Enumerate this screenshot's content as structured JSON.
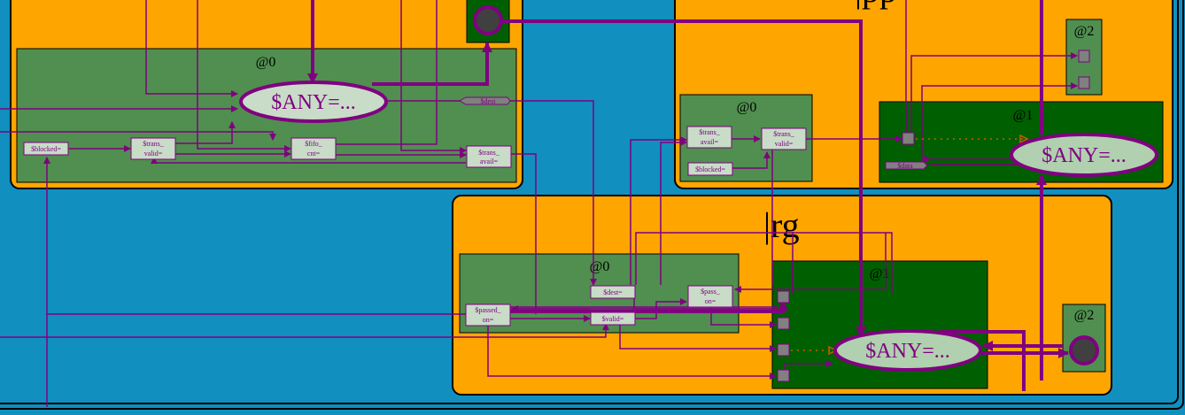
{
  "diagram": {
    "colors": {
      "background": "#118fbf",
      "module": "#ffa500",
      "group": "#508f4f",
      "group_dark": "#005f00",
      "wire": "#800080",
      "node_fill": "#c8dcc8",
      "port": "#808080",
      "terminal": "#404040",
      "dotted": "#c06000"
    },
    "modules": [
      {
        "id": "top-left",
        "title": ""
      },
      {
        "id": "top-right",
        "title": "|pp"
      },
      {
        "id": "bottom",
        "title": "|rg"
      }
    ],
    "groups": {
      "tl_at0": "@0",
      "tr_at0": "@0",
      "tr_at1": "@1",
      "tr_at2": "@2",
      "b_at0": "@0",
      "b_at1": "@1",
      "b_at2": "@2"
    },
    "nodes": {
      "tl_any": "$ANY=...",
      "tl_blocked": "$blocked=",
      "tl_trans_valid": [
        "$trans_",
        "valid="
      ],
      "tl_fifo_cnt": [
        "$fifo_",
        "cnt="
      ],
      "tl_trans_avail": [
        "$trans_",
        "avail="
      ],
      "tl_dest": "$dest",
      "tr_trans_avail": [
        "$trans_",
        "avail="
      ],
      "tr_trans_valid": [
        "$trans_",
        "valid="
      ],
      "tr_blocked": "$blocked=",
      "tr_data": "$data",
      "tr_any": "$ANY=...",
      "b_dest": "$dest=",
      "b_pass_on": [
        "$pass_",
        "on="
      ],
      "b_passed_on": [
        "$passed_",
        "on="
      ],
      "b_valid": "$valid=",
      "b_any": "$ANY=..."
    }
  }
}
